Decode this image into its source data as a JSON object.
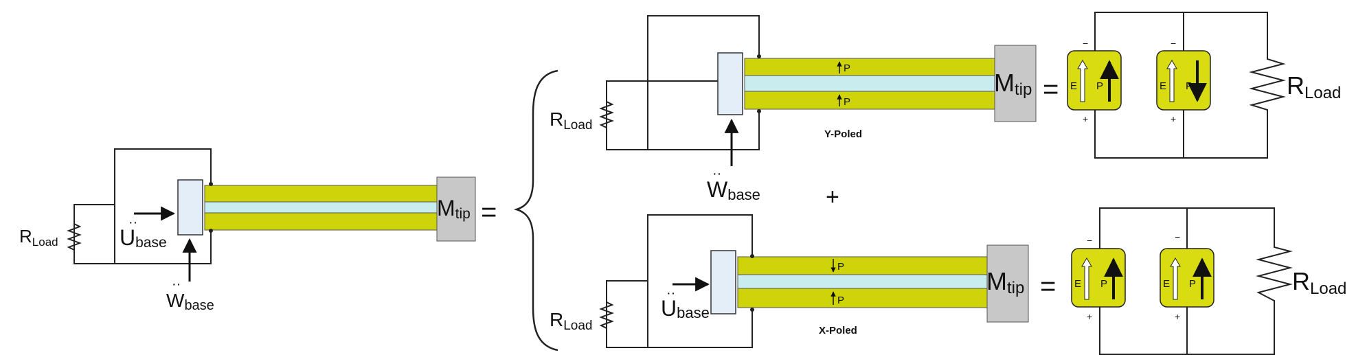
{
  "colors": {
    "piezo": "#cfd40a",
    "substrate": "#c9ecee",
    "clamp": "#e4eef8",
    "mass": "#c8c8c8",
    "wire": "#222222",
    "element": "#d8dc10"
  },
  "left": {
    "r_load": {
      "main": "R",
      "sub": "Load"
    },
    "u_base": {
      "main": "U",
      "sub": "base"
    },
    "w_base": {
      "main": "W",
      "sub": "base"
    },
    "m_tip": {
      "main": "M",
      "sub": "tip"
    },
    "equals": "="
  },
  "top": {
    "r_load": {
      "main": "R",
      "sub": "Load"
    },
    "w_base": {
      "main": "W",
      "sub": "base"
    },
    "m_tip": {
      "main": "M",
      "sub": "tip"
    },
    "pole_upper": "P",
    "pole_lower": "P",
    "caption": "Y-Poled",
    "equals": "=",
    "elem1": {
      "e": "E",
      "p": "P",
      "minus": "−",
      "plus": "+"
    },
    "elem2": {
      "e": "E",
      "p": "P",
      "minus": "−",
      "plus": "+"
    },
    "r_load_right": {
      "main": "R",
      "sub": "Load"
    }
  },
  "plus_sign": "+",
  "bottom": {
    "r_load": {
      "main": "R",
      "sub": "Load"
    },
    "u_base": {
      "main": "U",
      "sub": "base"
    },
    "m_tip": {
      "main": "M",
      "sub": "tip"
    },
    "pole_upper": "P",
    "pole_lower": "P",
    "caption": "X-Poled",
    "equals": "=",
    "elem1": {
      "e": "E",
      "p": "P",
      "minus": "−",
      "plus": "+"
    },
    "elem2": {
      "e": "E",
      "p": "P",
      "minus": "−",
      "plus": "+"
    },
    "r_load_right": {
      "main": "R",
      "sub": "Load"
    }
  }
}
